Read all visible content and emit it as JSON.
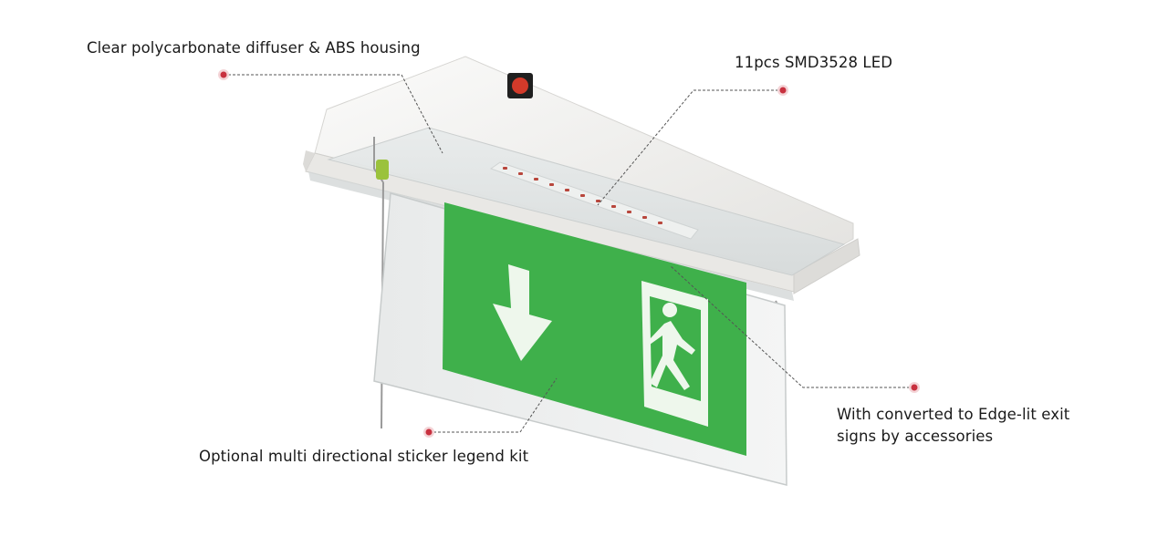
{
  "callouts": {
    "diffuser": "Clear polycarbonate diffuser & ABS housing",
    "led": "11pcs SMD3528 LED",
    "edge_lit": "With converted to Edge-lit exit signs by accessories",
    "sticker": "Optional multi directional sticker legend kit"
  },
  "colors": {
    "sign_green": "#3fb04b",
    "housing": "#f2f1ef",
    "dot": "#c8313f",
    "leader": "#555555",
    "button": "#d23a2a"
  }
}
